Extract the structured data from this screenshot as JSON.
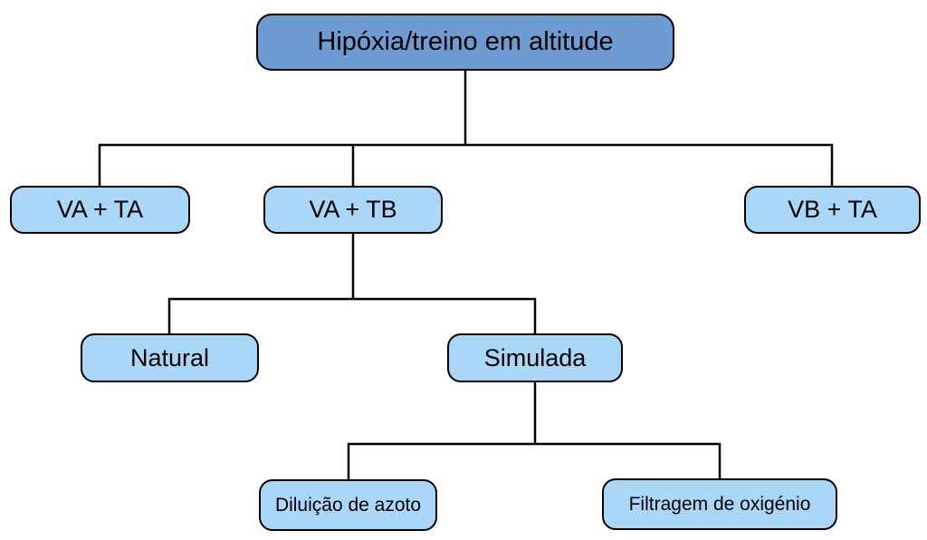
{
  "diagram": {
    "root": {
      "label": "Hipóxia/treino em altitude"
    },
    "level2": [
      {
        "label": "VA + TA"
      },
      {
        "label": "VA + TB"
      },
      {
        "label": "VB + TA"
      }
    ],
    "level3": [
      {
        "label": "Natural"
      },
      {
        "label": "Simulada"
      }
    ],
    "level4": [
      {
        "label": "Diluição de azoto"
      },
      {
        "label": "Filtragem de oxigénio"
      }
    ],
    "edges": [
      [
        "Hipóxia/treino em altitude",
        "VA + TA"
      ],
      [
        "Hipóxia/treino em altitude",
        "VA + TB"
      ],
      [
        "Hipóxia/treino em altitude",
        "VB + TA"
      ],
      [
        "VA + TB",
        "Natural"
      ],
      [
        "VA + TB",
        "Simulada"
      ],
      [
        "Simulada",
        "Diluição de azoto"
      ],
      [
        "Simulada",
        "Filtragem de oxigénio"
      ]
    ],
    "colors": {
      "root_fill": "#6E9BD2",
      "child_fill": "#AAD6F8",
      "border": "#000000",
      "line": "#000000",
      "text": "#000000",
      "background": "#FFFFFF"
    }
  }
}
